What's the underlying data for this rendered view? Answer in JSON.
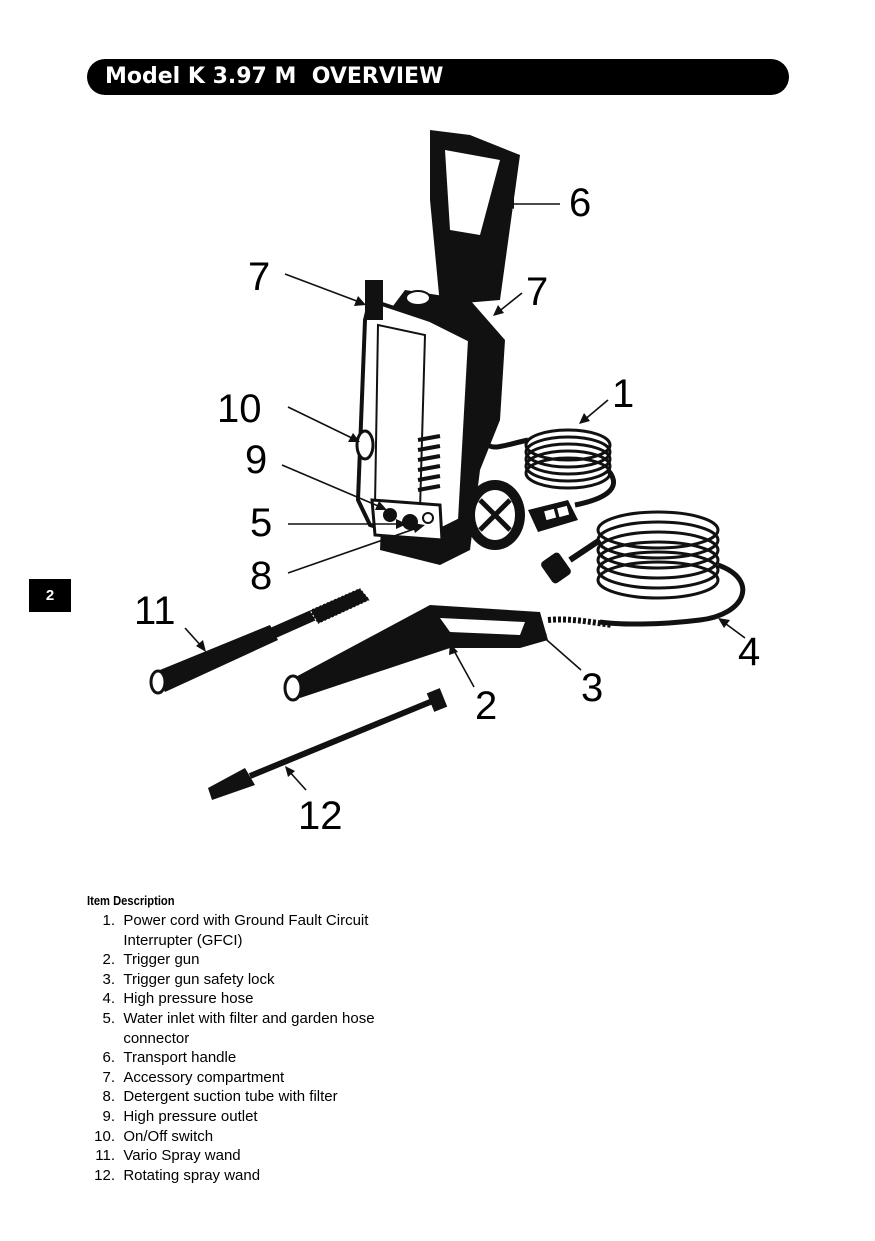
{
  "header": {
    "title": "Model K 3.97 M  OVERVIEW"
  },
  "page_number": "2",
  "callouts": [
    "1",
    "2",
    "3",
    "4",
    "5",
    "6",
    "7",
    "7",
    "8",
    "9",
    "10",
    "11",
    "12"
  ],
  "legend": {
    "heading": "Item Description",
    "items": [
      {
        "num": "1.",
        "text": "Power cord with Ground Fault Circuit",
        "text2": "Interrupter (GFCI)"
      },
      {
        "num": "2.",
        "text": "Trigger gun"
      },
      {
        "num": "3.",
        "text": "Trigger gun safety lock"
      },
      {
        "num": "4.",
        "text": "High pressure hose"
      },
      {
        "num": "5.",
        "text": "Water inlet with filter and garden hose",
        "text2": "connector"
      },
      {
        "num": "6.",
        "text": "Transport handle"
      },
      {
        "num": "7.",
        "text": "Accessory compartment"
      },
      {
        "num": "8.",
        "text": "Detergent suction tube with filter"
      },
      {
        "num": "9.",
        "text": "High pressure outlet"
      },
      {
        "num": "10.",
        "text": "On/Off switch"
      },
      {
        "num": "11.",
        "text": "Vario Spray wand"
      },
      {
        "num": "12.",
        "text": "Rotating spray wand"
      }
    ]
  }
}
